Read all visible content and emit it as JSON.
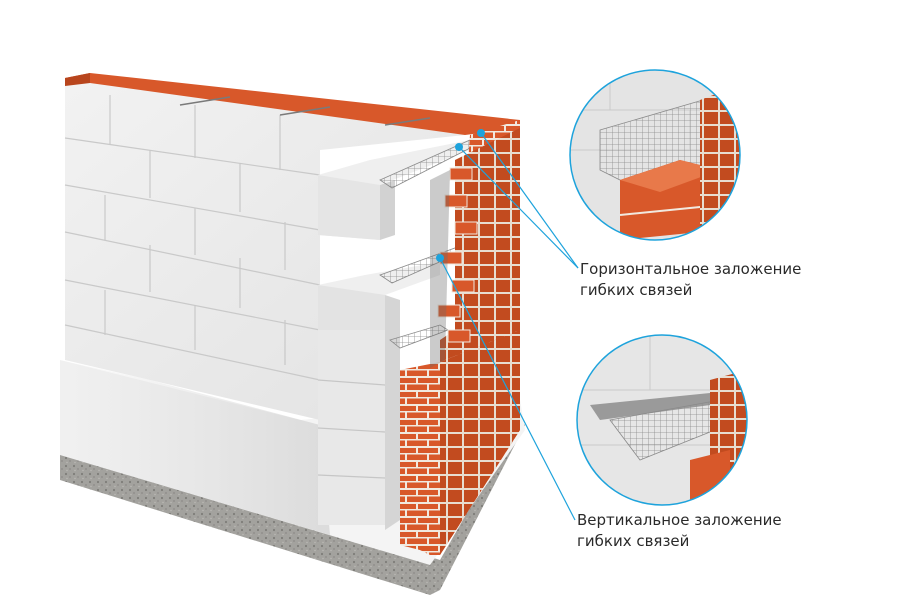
{
  "callouts": {
    "horizontal": {
      "line1": "Горизонтальное заложение",
      "line2": "гибких связей"
    },
    "vertical": {
      "line1": "Вертикальное заложение",
      "line2": "гибких связей"
    }
  },
  "colors": {
    "brick": "#d8582a",
    "brick_dark": "#b8451d",
    "brick_top": "#e8794a",
    "mortar": "#f2efe9",
    "aerated_block": "#ececec",
    "aerated_block_shade": "#d7d7d7",
    "gravel": "#9a9a96",
    "leader_line": "#1ea3dc",
    "mesh": "#8a8a8a"
  }
}
